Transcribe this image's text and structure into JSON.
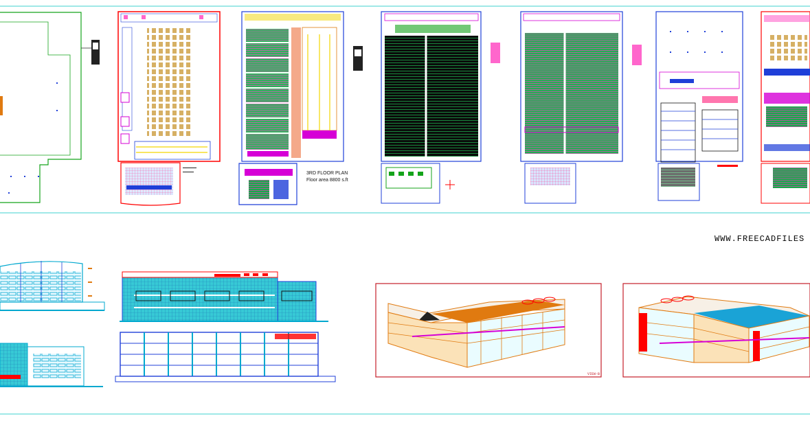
{
  "watermark": "WWW.FREECADFILES",
  "plan_labels": {
    "plan3_title": "3RD FLOOR PLAN",
    "plan3_area": "Floor area  8800 s.ft",
    "view_b": "VIEW-B"
  },
  "colors": {
    "guide": "#3fd0cf",
    "wall": "#ff0000",
    "frame_red": "#c41e2a",
    "green": "#14a31a",
    "cyan": "#00bcd4",
    "magenta": "#d600d6",
    "orange": "#e07a10",
    "blue": "#1f3fd8",
    "tan": "#d8b25a",
    "yellow": "#f2d500",
    "black": "#000000"
  },
  "drawings": {
    "floor_plans": [
      "site-plan",
      "ground-floor-plan",
      "first-floor-plan",
      "second-floor-plan",
      "third-floor-plan",
      "parking-plan",
      "partial-plan"
    ],
    "elevations": [
      "side-elevation-top",
      "side-elevation-bottom",
      "front-elevation",
      "rear-elevation"
    ],
    "perspectives": [
      "perspective-view-a",
      "perspective-view-b"
    ]
  }
}
